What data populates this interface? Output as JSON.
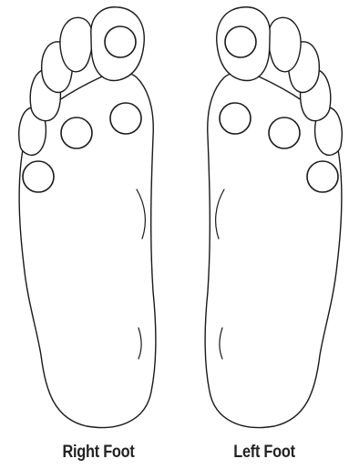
{
  "feet": [
    {
      "id": "right",
      "label": "Right Foot",
      "marked_points": 4
    },
    {
      "id": "left",
      "label": "Left Foot",
      "marked_points": 4
    }
  ],
  "colors": {
    "line": "#1a1a1a",
    "background": "#ffffff",
    "caption": "#222222"
  }
}
